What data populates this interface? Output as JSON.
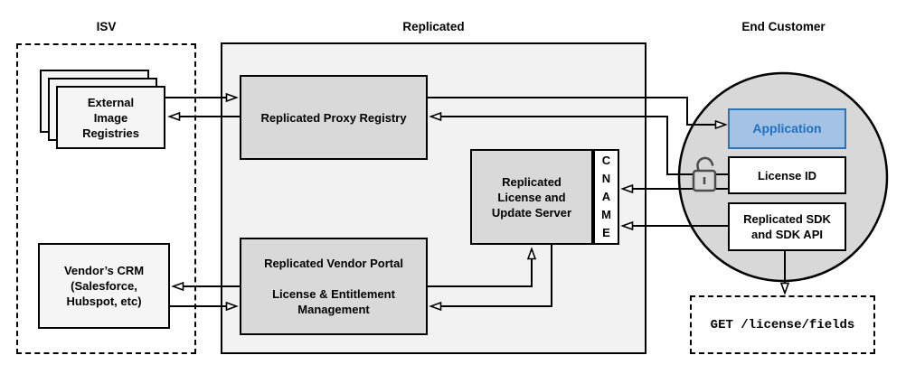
{
  "titles": {
    "isv": "ISV",
    "replicated": "Replicated",
    "end_customer": "End Customer"
  },
  "nodes": {
    "external_registries": "External\nImage\nRegistries",
    "proxy_registry": "Replicated Proxy Registry",
    "license_update_server": "Replicated\nLicense and\nUpdate Server",
    "cname": "CNAME",
    "vendor_portal": "Replicated Vendor Portal\n\nLicense & Entitlement\nManagement",
    "vendor_crm": "Vendor’s CRM\n(Salesforce,\nHubspot, etc)",
    "application": "Application",
    "license_id": "License ID",
    "sdk": "Replicated SDK\nand SDK API",
    "get_endpoint": "GET /license/fields"
  },
  "icons": {
    "lock": "unlock-icon"
  },
  "colors": {
    "node_gray": "#d9d9d9",
    "container_gray": "#f2f2f2",
    "light_node": "#f5f5f5",
    "circle_gray": "#d8d8d8",
    "application_fill": "#a4c2e4",
    "application_border": "#2e74b5",
    "application_text": "#2270c4",
    "line_black": "#000000",
    "lock_gray": "#4d4d4d"
  }
}
